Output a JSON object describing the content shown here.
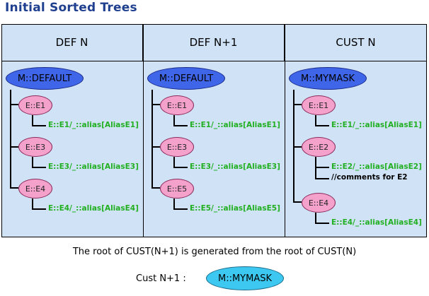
{
  "title": "Initial Sorted Trees",
  "columns": [
    {
      "header": "DEF N",
      "root": "M::DEFAULT",
      "children": [
        {
          "node": "E::E1",
          "alias": "E::E1/_::alias[AliasE1]"
        },
        {
          "node": "E::E3",
          "alias": "E::E3/_::alias[AliasE3]"
        },
        {
          "node": "E::E4",
          "alias": "E::E4/_::alias[AliasE4]"
        }
      ]
    },
    {
      "header": "DEF N+1",
      "root": "M::DEFAULT",
      "children": [
        {
          "node": "E::E1",
          "alias": "E::E1/_::alias[AliasE1]"
        },
        {
          "node": "E::E3",
          "alias": "E::E3/_::alias[AliasE3]"
        },
        {
          "node": "E::E5",
          "alias": "E::E5/_::alias[AliasE5]"
        }
      ]
    },
    {
      "header": "CUST N",
      "root": "M::MYMASK",
      "children": [
        {
          "node": "E::E1",
          "alias": "E::E1/_::alias[AliasE1]"
        },
        {
          "node": "E::E2",
          "alias": "E::E2/_::alias[AliasE2]",
          "comment": "//comments for E2"
        },
        {
          "node": "E::E4",
          "alias": "E::E4/_::alias[AliasE4]"
        }
      ]
    }
  ],
  "caption": "The root of CUST(N+1) is generated from the root of CUST(N)",
  "cust_label": "Cust N+1 :",
  "cust_root": "M::MYMASK",
  "colors": {
    "title": "#1f3f8f",
    "background": "#cfe2f6",
    "root_fill": "#3f66e8",
    "node_fill": "#f4a2cc",
    "alias_text": "#22b022",
    "cust_root_fill": "#3cc8f0"
  }
}
